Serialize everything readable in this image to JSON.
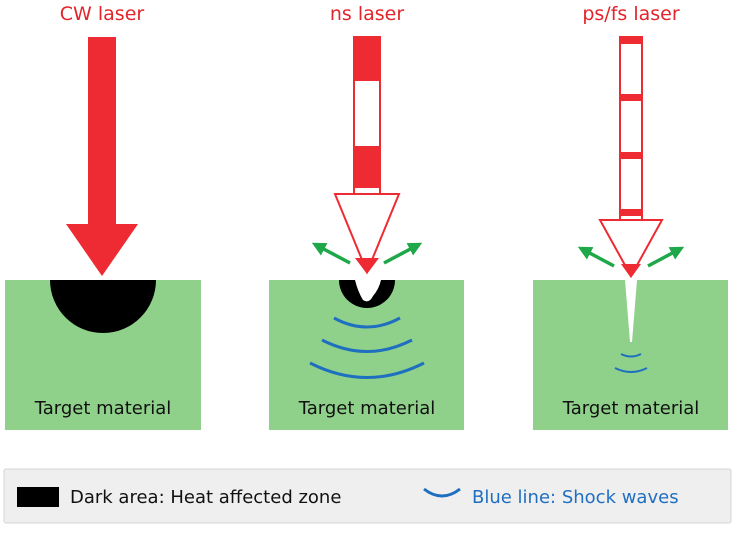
{
  "colors": {
    "laser_red": "#ee2a33",
    "material_green": "#8fd18a",
    "heat_zone": "#000000",
    "shock_wave_blue": "#1f6fc0",
    "ejecta_green": "#1ea84a",
    "legend_bg": "#efefef",
    "label_red": "#e3242b"
  },
  "panels": [
    {
      "laser_label": "CW laser",
      "material_label": "Target material",
      "beam": "continuous",
      "heat_zone": "large",
      "shock_waves": 0,
      "ejecta": false
    },
    {
      "laser_label": "ns laser",
      "material_label": "Target material",
      "beam": "pulsed-long",
      "heat_zone": "small-crater",
      "shock_waves": 3,
      "ejecta": true
    },
    {
      "laser_label": "ps/fs laser",
      "material_label": "Target material",
      "beam": "pulsed-short",
      "heat_zone": "none",
      "shock_waves": 2,
      "ejecta": true
    }
  ],
  "legend": {
    "heat_label": "Dark area: Heat affected zone",
    "shock_label": "Blue line: Shock waves",
    "heat_icon": "black-rectangle",
    "shock_icon": "blue-arc"
  }
}
